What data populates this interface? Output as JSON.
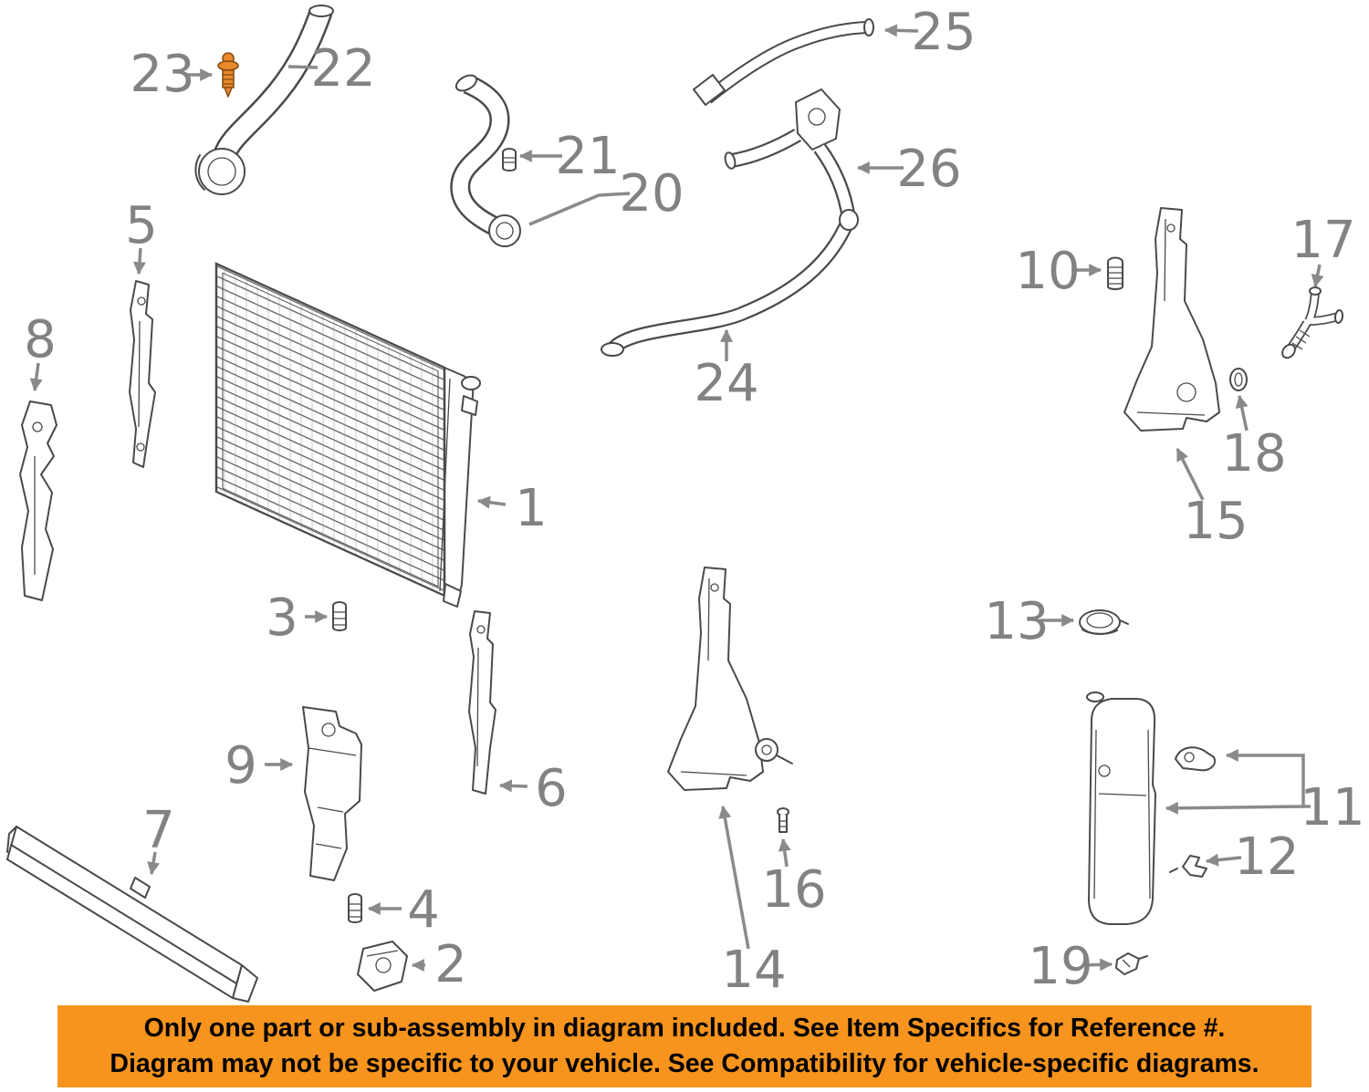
{
  "labels": {
    "n1": "1",
    "n2": "2",
    "n3": "3",
    "n4": "4",
    "n5": "5",
    "n6": "6",
    "n7": "7",
    "n8": "8",
    "n9": "9",
    "n10": "10",
    "n11": "11",
    "n12": "12",
    "n13": "13",
    "n14": "14",
    "n15": "15",
    "n16": "16",
    "n17": "17",
    "n18": "18",
    "n19": "19",
    "n20": "20",
    "n21": "21",
    "n22": "22",
    "n23": "23",
    "n24": "24",
    "n25": "25",
    "n26": "26"
  },
  "banner": {
    "line1": "Only one part or sub-assembly in diagram included. See Item Specifics for Reference #.",
    "line2": "Diagram may not be specific to your vehicle. See Compatibility for vehicle-specific diagrams.",
    "background_color": "#F7941E",
    "text_color": "#000000"
  },
  "colors": {
    "callout_gray": "#828282",
    "line_art": "#4a4a4a",
    "highlight_orange": "#E8892C",
    "page_background": "#ffffff"
  }
}
